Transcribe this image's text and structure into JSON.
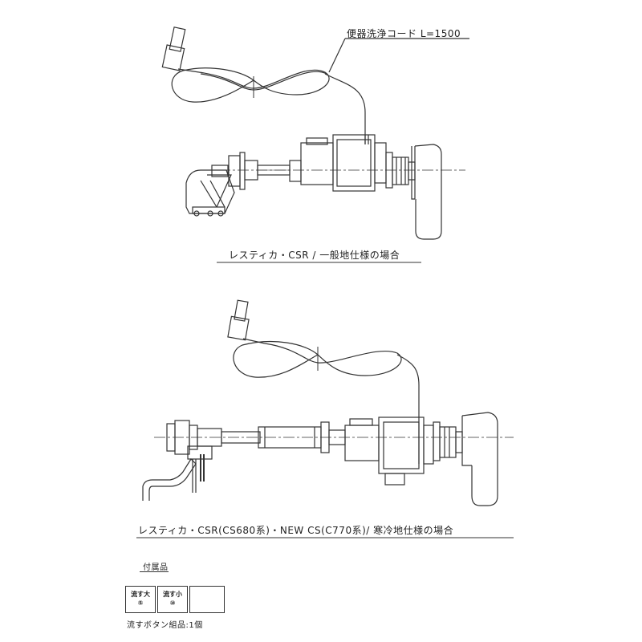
{
  "callout": {
    "cord_label": "便器洗浄コード L=1500"
  },
  "figure1": {
    "caption": "レスティカ・CSR / 一般地仕様の場合"
  },
  "figure2": {
    "caption": "レスティカ・CSR(CS680系)・NEW CS(C770系)/ 寒冷地仕様の場合"
  },
  "accessories": {
    "heading": "付属品",
    "buttons": [
      {
        "label": "流す大",
        "symbol": "⑤"
      },
      {
        "label": "流す小",
        "symbol": "⑩"
      },
      {
        "label": "",
        "symbol": ""
      }
    ],
    "note": "流すボタン組品:1個"
  },
  "colors": {
    "line": "#333333",
    "paper": "#ffffff"
  }
}
